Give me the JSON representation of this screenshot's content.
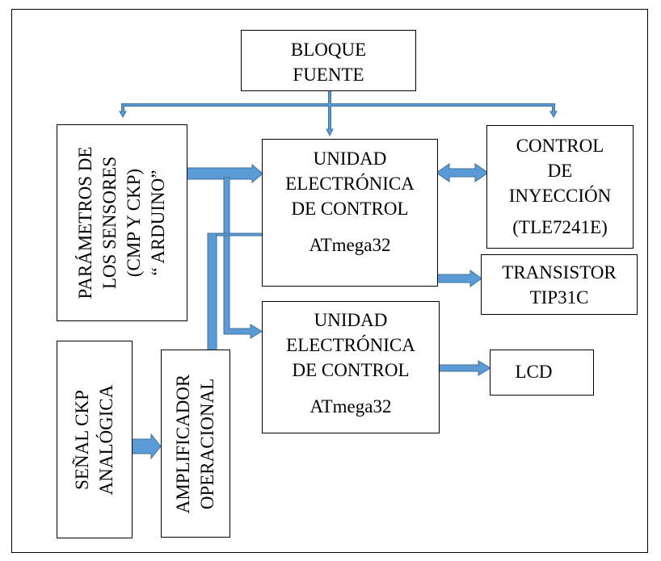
{
  "blocks": {
    "fuente": {
      "lines": [
        "BLOQUE",
        "FUENTE"
      ]
    },
    "sensores": {
      "lines": [
        "PARÁMETROS DE",
        "LOS SENSORES",
        "(CMP Y CKP)",
        "“ ARDUINO”"
      ]
    },
    "ecu1": {
      "lines": [
        "UNIDAD",
        "ELECTRÓNICA",
        "DE CONTROL"
      ],
      "chip": "ATmega32"
    },
    "ecu2": {
      "lines": [
        "UNIDAD",
        "ELECTRÓNICA",
        "DE CONTROL"
      ],
      "chip": "ATmega32"
    },
    "inyeccion": {
      "lines": [
        "CONTROL",
        "DE",
        "INYECCIÓN"
      ],
      "chip": "(TLE7241E)"
    },
    "transistor": {
      "lines": [
        "TRANSISTOR",
        "TIP31C"
      ]
    },
    "lcd": {
      "lines": [
        "LCD"
      ]
    },
    "senal": {
      "lines": [
        "SEÑAL CKP",
        "ANALÓGICA"
      ]
    },
    "amplificador": {
      "lines": [
        "AMPLIFICADOR",
        "OPERACIONAL"
      ]
    }
  },
  "colors": {
    "arrow_fill": "#5b9bd5",
    "arrow_stroke": "#41719c",
    "border": "#000000"
  }
}
